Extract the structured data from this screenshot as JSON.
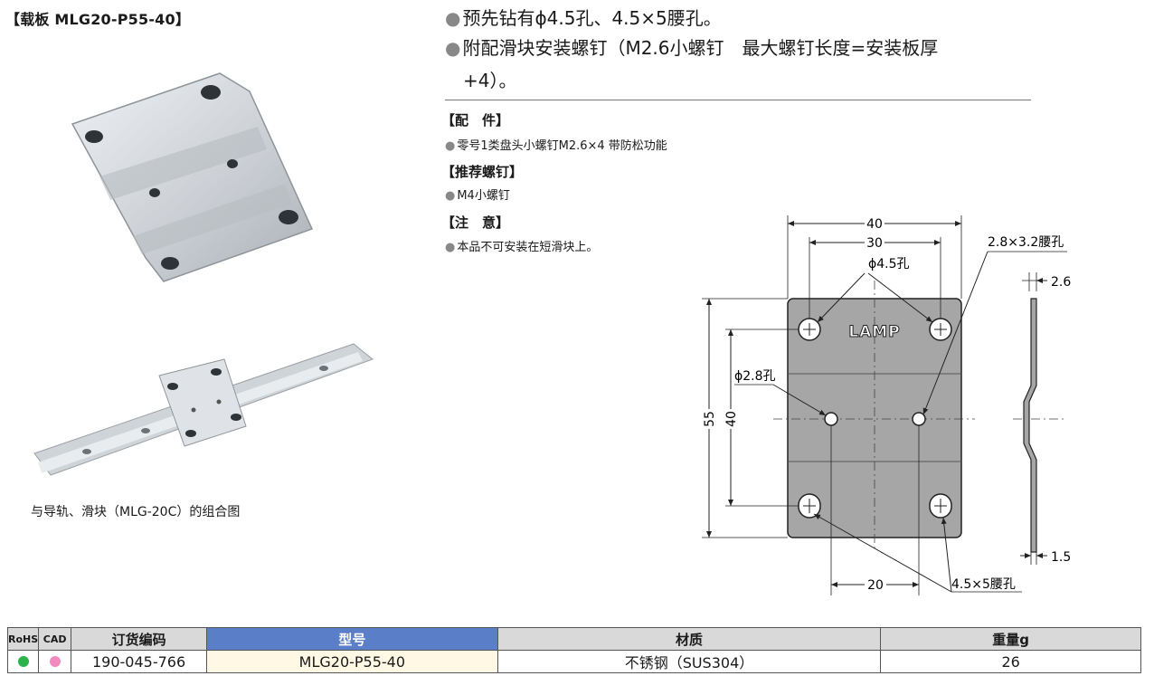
{
  "title": "【载板 MLG20-P55-40】",
  "features": [
    "预先钻有ϕ4.5孔、4.5×5腰孔。",
    "附配滑块安装螺钉（M2.6小螺钉　最大螺钉长度=安装板厚",
    "+4）。"
  ],
  "sections": [
    {
      "heading": "【配　件】",
      "text": "零号1类盘头小螺钉M2.6×4 带防松功能"
    },
    {
      "heading": "【推荐螺钉】",
      "text": "M4小螺钉"
    },
    {
      "heading": "【注　意】",
      "text": "本品不可安装在短滑块上。"
    }
  ],
  "caption": "与导轨、滑块（MLG-20C）的组合图",
  "drawing": {
    "dim_40_top": "40",
    "dim_30": "30",
    "slot_label_top": "2.8×3.2腰孔",
    "hole_label_45": "ϕ4.5孔",
    "logo_text": "LAMP",
    "dim_26": "2.6",
    "hole_label_28": "ϕ2.8孔",
    "dim_55": "55",
    "dim_40_side": "40",
    "dim_15": "1.5",
    "dim_20": "20",
    "slot_label_bottom": "4.5×5腰孔"
  },
  "table": {
    "headers": [
      "RoHS",
      "CAD",
      "订货编码",
      "型号",
      "材质",
      "重量g"
    ],
    "row": {
      "rohs_color": "#2bb24c",
      "cad_color": "#f08ac0",
      "order_code": "190-045-766",
      "model": "MLG20-P55-40",
      "material": "不锈钢（SUS304）",
      "weight": "26"
    }
  }
}
